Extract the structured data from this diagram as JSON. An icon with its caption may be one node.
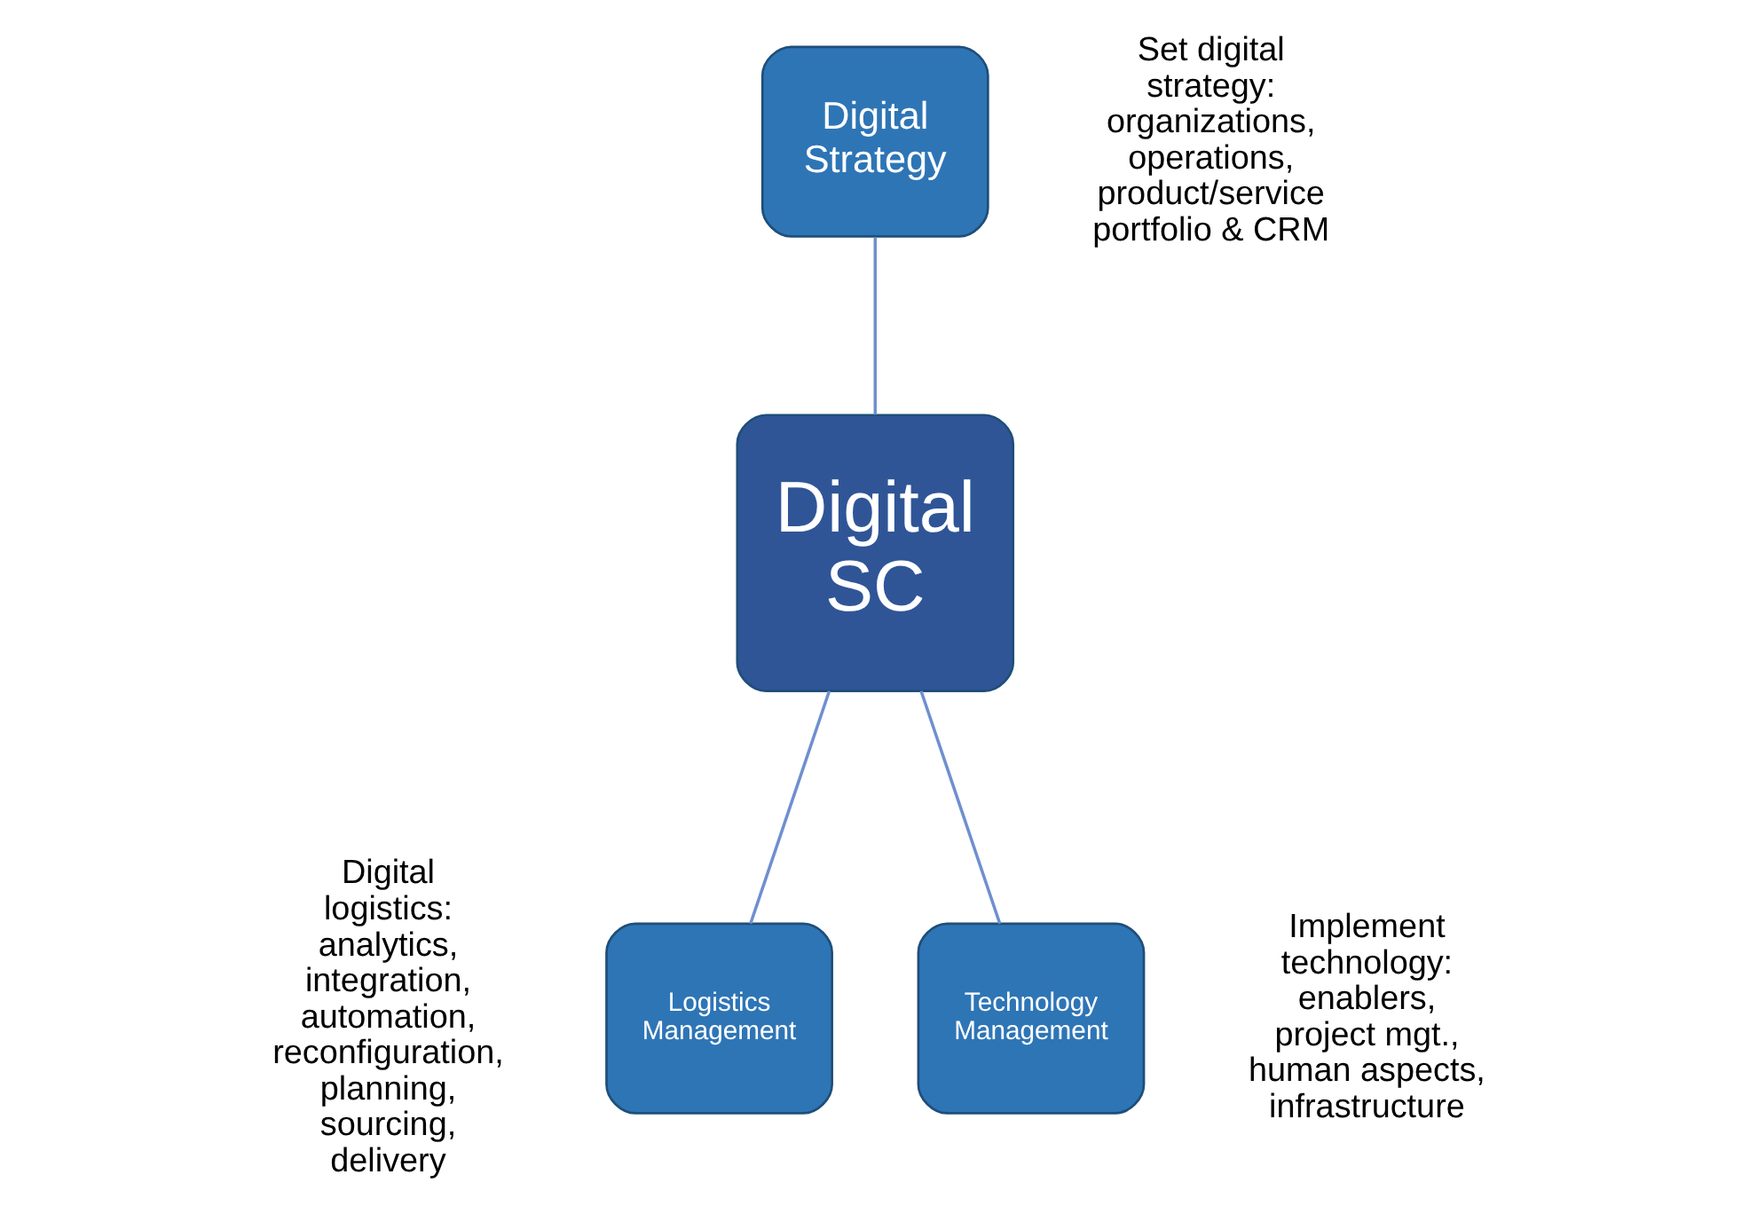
{
  "diagram": {
    "nodes": [
      {
        "text": [
          "Digital SC"
        ]
      },
      {
        "text": [
          "Digital Strategy"
        ],
        "beside": [
          "Set digital strategy: organizations, operations, product/service portfolio & CRM"
        ]
      },
      {
        "text": [
          "Logistics Management"
        ],
        "beside": [
          "Digital logistics: analytics, integration, automation, reconfiguration, planning, sourcing, delivery"
        ]
      },
      {
        "text": [
          "Technology Management"
        ],
        "beside": [
          "Implement technology: enablers, project mgt., human aspects, infrastructure"
        ]
      }
    ],
    "edges": [
      {
        "from": 1,
        "to": 0,
        "arrow": "none"
      },
      {
        "from": 0,
        "to": 2,
        "arrow": "none"
      },
      {
        "from": 0,
        "to": 3,
        "arrow": "none"
      }
    ]
  }
}
